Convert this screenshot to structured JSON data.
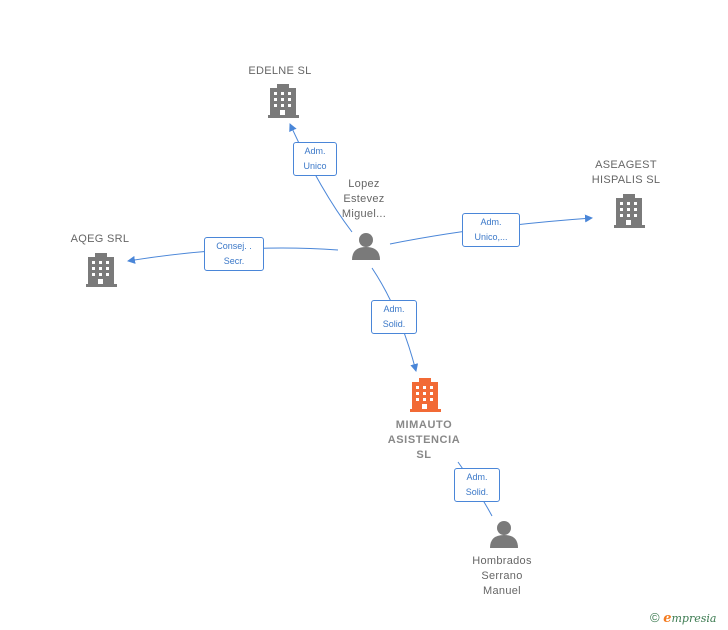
{
  "nodes": {
    "edelne": {
      "lines": [
        "EDELNE  SL"
      ]
    },
    "aseagest": {
      "lines": [
        "ASEAGEST",
        "HISPALIS SL"
      ]
    },
    "aqeg": {
      "lines": [
        "AQEG SRL"
      ]
    },
    "lopez": {
      "lines": [
        "Lopez",
        "Estevez",
        "Miguel..."
      ]
    },
    "mimauto": {
      "lines": [
        "MIMAUTO",
        "ASISTENCIA",
        "SL"
      ]
    },
    "hombrados": {
      "lines": [
        "Hombrados",
        "Serrano",
        "Manuel"
      ]
    }
  },
  "edges": {
    "to_edelne": {
      "lines": [
        "Adm.",
        "Unico"
      ]
    },
    "to_aseagest": {
      "lines": [
        "Adm.",
        "Unico,..."
      ]
    },
    "to_aqeg": {
      "lines": [
        "Consej. .",
        "Secr."
      ]
    },
    "to_mimauto_from_lopez": {
      "lines": [
        "Adm.",
        "Solid."
      ]
    },
    "to_mimauto_from_hombrados": {
      "lines": [
        "Adm.",
        "Solid."
      ]
    }
  },
  "colors": {
    "edge": "#4a86d8",
    "company": "#7a7a7a",
    "focus_company": "#f26a35",
    "person": "#7a7a7a"
  },
  "brand": {
    "copyright": "©",
    "initial": "e",
    "rest": "mpresia"
  }
}
